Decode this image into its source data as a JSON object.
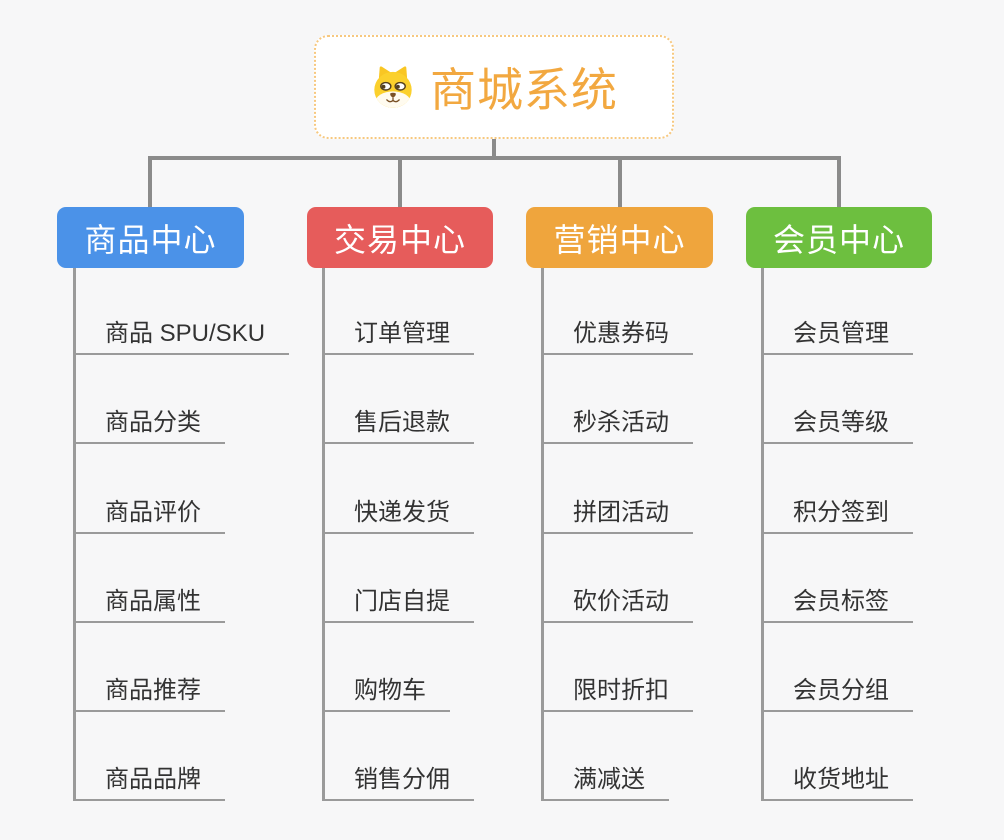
{
  "root": {
    "title": "商城系统",
    "icon": "dog-face-icon",
    "title_color": "#F2A840",
    "border_color": "#F7C87F"
  },
  "branches": [
    {
      "label": "商品中心",
      "color": "#4B92E8",
      "children": [
        "商品 SPU/SKU",
        "商品分类",
        "商品评价",
        "商品属性",
        "商品推荐",
        "商品品牌"
      ]
    },
    {
      "label": "交易中心",
      "color": "#E65C5B",
      "children": [
        "订单管理",
        "售后退款",
        "快递发货",
        "门店自提",
        "购物车",
        "销售分佣"
      ]
    },
    {
      "label": "营销中心",
      "color": "#EFA53D",
      "children": [
        "优惠券码",
        "秒杀活动",
        "拼团活动",
        "砍价活动",
        "限时折扣",
        "满减送"
      ]
    },
    {
      "label": "会员中心",
      "color": "#6DBF3F",
      "children": [
        "会员管理",
        "会员等级",
        "积分签到",
        "会员标签",
        "会员分组",
        "收货地址"
      ]
    }
  ],
  "lines": {
    "connector_color": "#8B8B8B",
    "leaf_line_color": "#9A9A9A"
  },
  "background_color": "#F7F7F8"
}
